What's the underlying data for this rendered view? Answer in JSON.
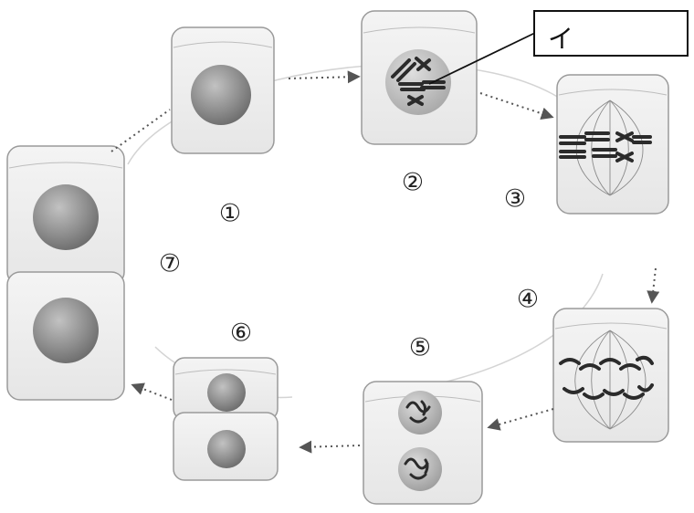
{
  "stage_labels": [
    "①",
    "②",
    "③",
    "④",
    "⑤",
    "⑥",
    "⑦"
  ],
  "callout_label": "イ",
  "colors": {
    "cell_face": "#f1f1f1",
    "cell_top": "#e2e2e2",
    "cell_edge": "#9a9a9a",
    "nucleus": "#858585",
    "chromosome": "#2b2b2b",
    "arrow": "#555555",
    "cycle_line": "#cfcfcf"
  }
}
